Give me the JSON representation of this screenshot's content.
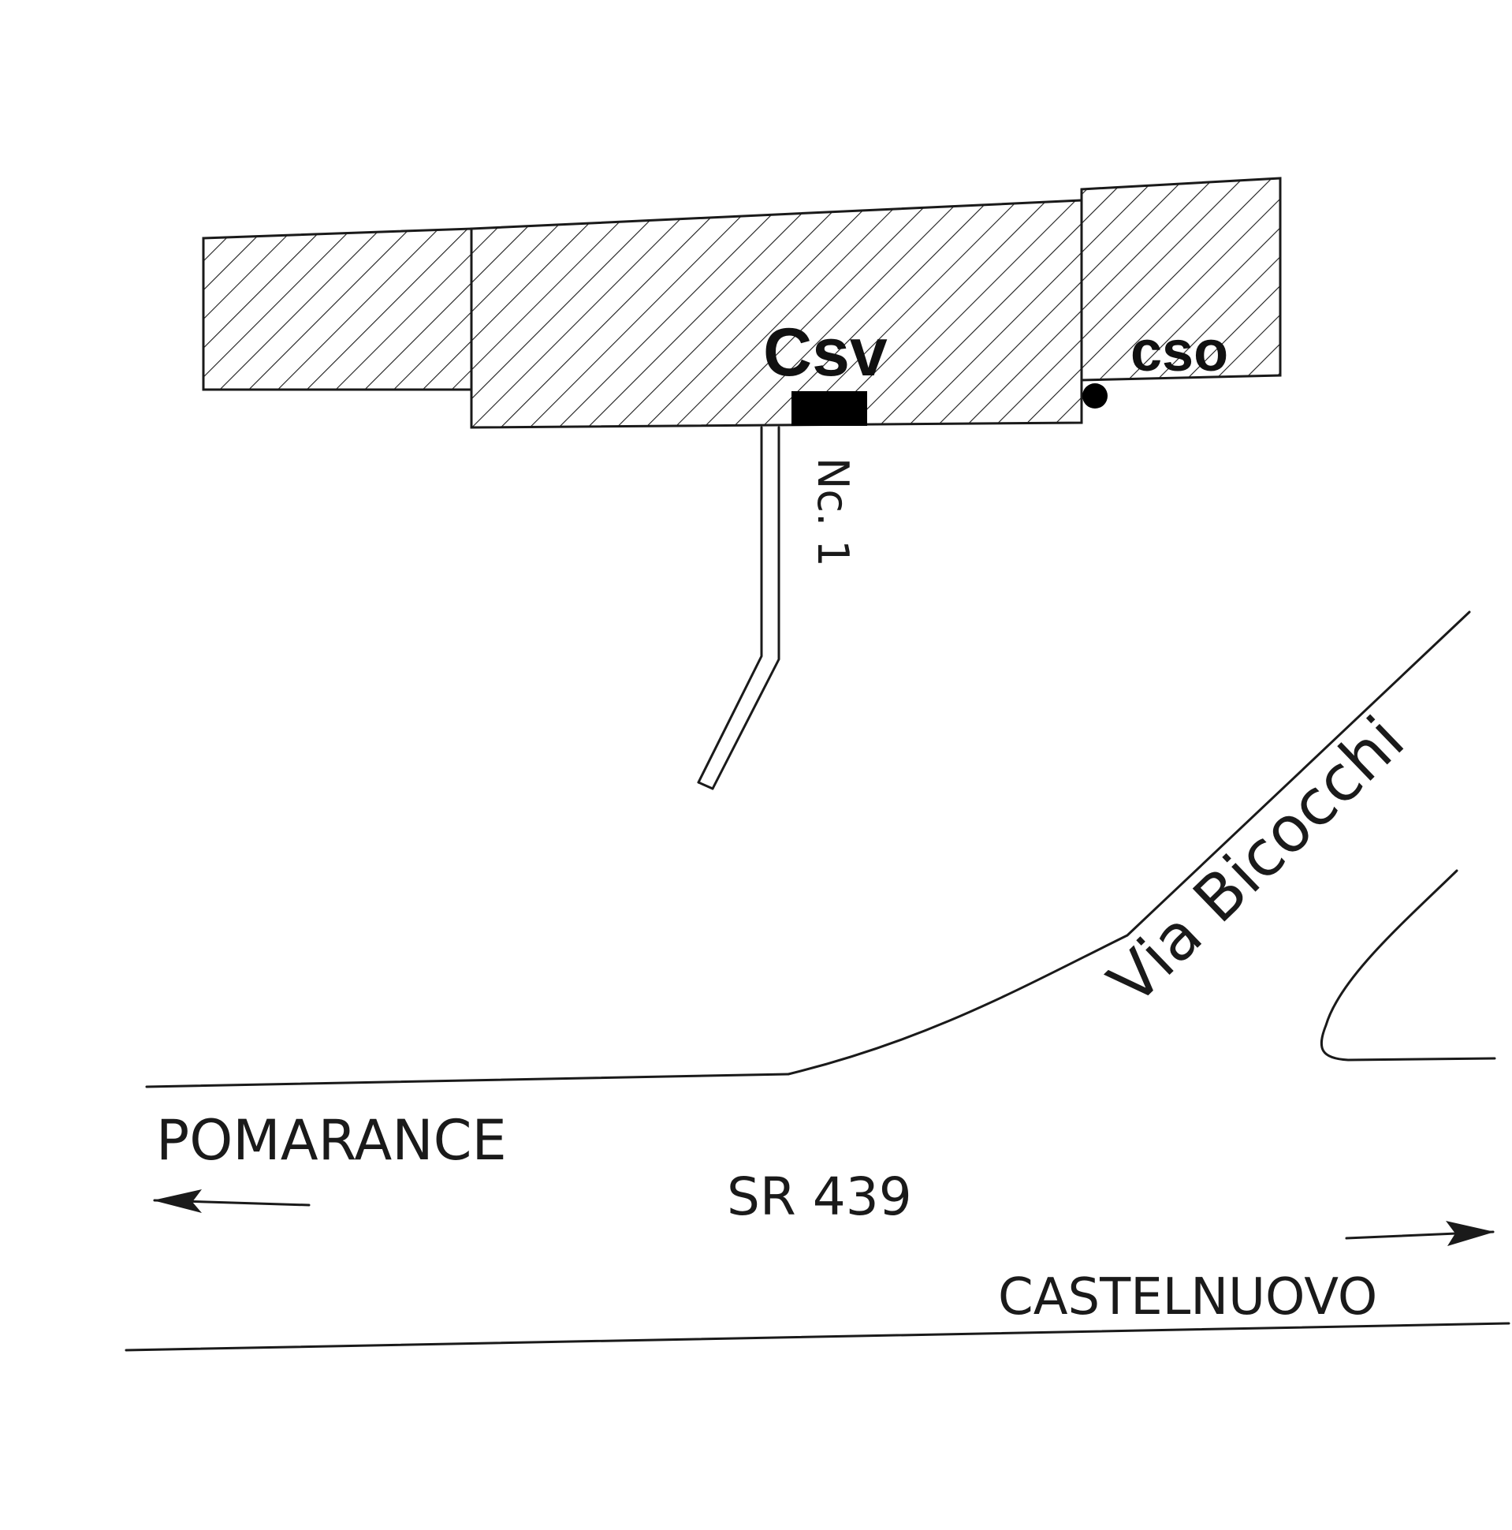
{
  "labels": {
    "csv": "Csv",
    "cso": "cso",
    "house_number": "Nc. 1",
    "street": "Via Bicocchi",
    "left_destination": "POMARANCE",
    "road": "SR 439",
    "right_destination": "CASTELNUOVO"
  },
  "colors": {
    "ink": "#1a1a1a",
    "marker": "#000000",
    "paper": "#ffffff"
  },
  "icons": {
    "left_arrow": "arrow-left-icon",
    "right_arrow": "arrow-right-icon",
    "csv_marker": "rectangle-marker-icon",
    "cso_marker": "dot-marker-icon"
  }
}
